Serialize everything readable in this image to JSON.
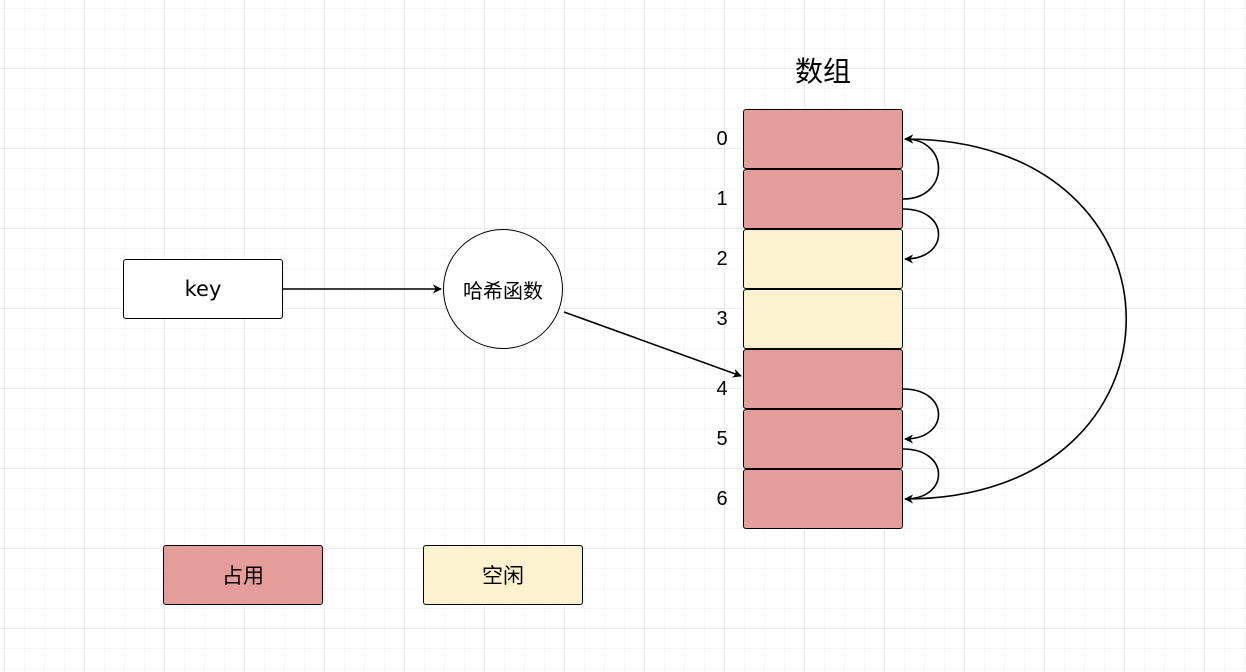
{
  "title": "数组",
  "key_label": "key",
  "hash_label": "哈希函数",
  "colors": {
    "occupied": "#e59d9a",
    "free": "#fcf2cf",
    "stroke": "#000000"
  },
  "array": [
    {
      "index": "0",
      "state": "occupied"
    },
    {
      "index": "1",
      "state": "occupied"
    },
    {
      "index": "2",
      "state": "free"
    },
    {
      "index": "3",
      "state": "free"
    },
    {
      "index": "4",
      "state": "occupied"
    },
    {
      "index": "5",
      "state": "occupied"
    },
    {
      "index": "6",
      "state": "occupied"
    }
  ],
  "legend": {
    "occupied_label": "占用",
    "free_label": "空闲"
  }
}
